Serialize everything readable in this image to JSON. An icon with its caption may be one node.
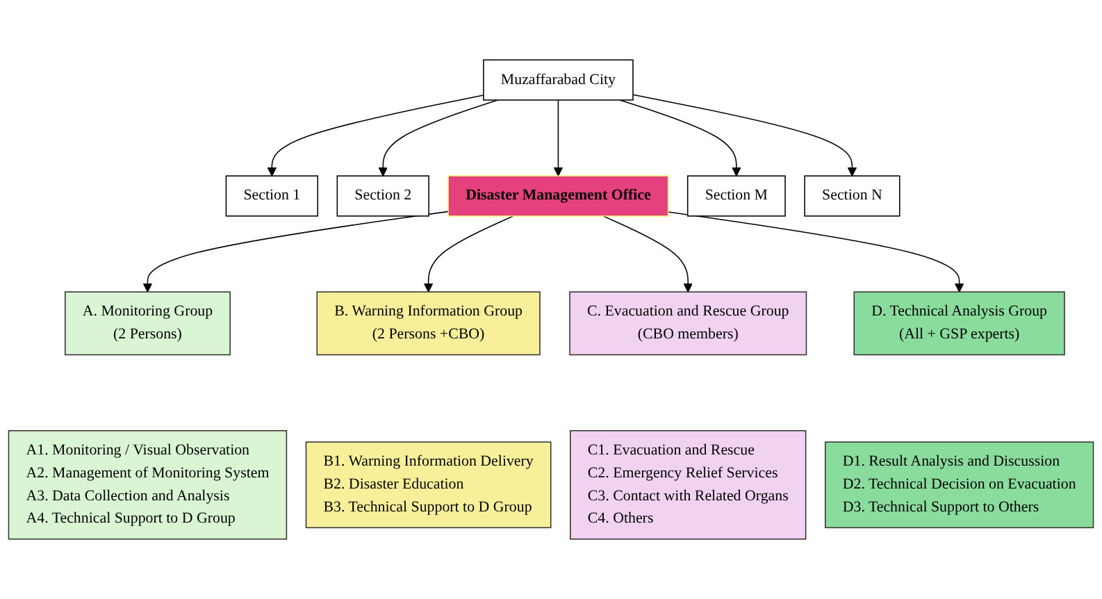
{
  "diagram": {
    "nodes": [
      {
        "text": [
          "Muzaffarabad City"
        ]
      },
      {
        "text": [
          "Section 1"
        ]
      },
      {
        "text": [
          "Section 2"
        ]
      },
      {
        "text": [
          "Disaster Management Office"
        ]
      },
      {
        "text": [
          "Section M"
        ]
      },
      {
        "text": [
          "Section N"
        ]
      },
      {
        "text": [
          "A. Monitoring Group",
          "(2 Persons)"
        ]
      },
      {
        "text": [
          "B. Warning Information Group",
          "(2 Persons +CBO)"
        ]
      },
      {
        "text": [
          "C. Evacuation and Rescue Group",
          "(CBO members)"
        ]
      },
      {
        "text": [
          "D. Technical Analysis Group",
          "(All + GSP experts)"
        ]
      },
      {
        "text": [
          "A1. Monitoring / Visual Observation",
          "A2. Management of Monitoring System",
          "A3. Data Collection and Analysis",
          "A4. Technical Support to D Group"
        ]
      },
      {
        "text": [
          "C1. Evacuation and Rescue",
          "C2. Emergency Relief Services",
          "C3. Contact with Related Organs",
          "C4. Others"
        ]
      },
      {
        "text": [
          "B1. Warning Information Delivery",
          "B2. Disaster Education",
          "B3. Technical Support to D Group"
        ]
      },
      {
        "text": [
          "D1. Result Analysis and Discussion",
          "D2. Technical Decision on Evacuation",
          "D3. Technical Support to Others"
        ]
      }
    ],
    "edges": [
      {
        "from": 0,
        "to": 1,
        "arrow": "to"
      },
      {
        "from": 0,
        "to": 2,
        "arrow": "to"
      },
      {
        "from": 0,
        "to": 3,
        "arrow": "to"
      },
      {
        "from": 0,
        "to": 4,
        "arrow": "to"
      },
      {
        "from": 0,
        "to": 5,
        "arrow": "to"
      },
      {
        "from": 3,
        "to": 6,
        "arrow": "to"
      },
      {
        "from": 3,
        "to": 7,
        "arrow": "to"
      },
      {
        "from": 3,
        "to": 8,
        "arrow": "to"
      },
      {
        "from": 3,
        "to": 9,
        "arrow": "to"
      }
    ]
  }
}
